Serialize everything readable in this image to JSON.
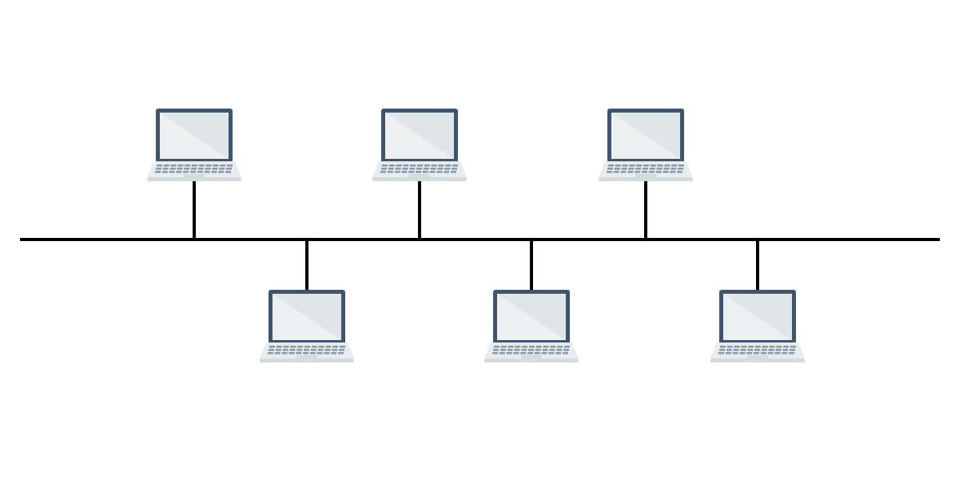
{
  "diagram": {
    "topology": "bus",
    "node_icon": "laptop-icon",
    "node_count": 6,
    "nodes": [
      {
        "id": "laptop-1",
        "side": "top"
      },
      {
        "id": "laptop-2",
        "side": "bottom"
      },
      {
        "id": "laptop-3",
        "side": "top"
      },
      {
        "id": "laptop-4",
        "side": "bottom"
      },
      {
        "id": "laptop-5",
        "side": "top"
      },
      {
        "id": "laptop-6",
        "side": "bottom"
      }
    ],
    "colors": {
      "bus_line": "#000000",
      "laptop_frame": "#3d566e",
      "laptop_screen": "#ecf0f1",
      "laptop_screen_shade": "#e0e5e8",
      "laptop_base": "#e8ecef",
      "laptop_base_edge": "#d5dadd",
      "laptop_keys": "#8a9aa6"
    }
  }
}
